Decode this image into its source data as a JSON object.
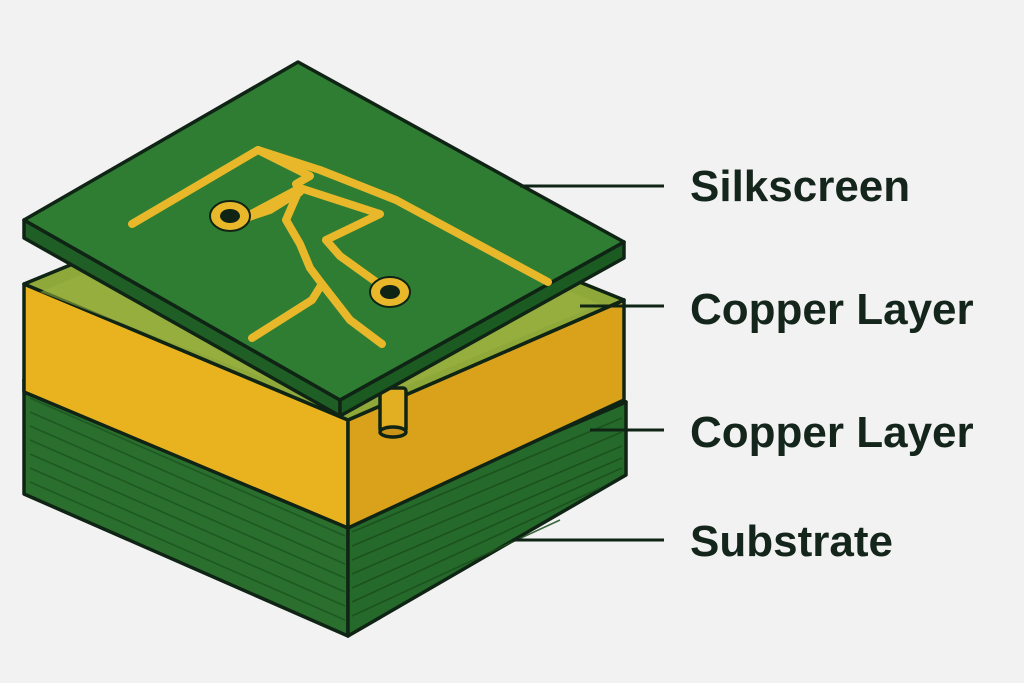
{
  "labels": {
    "silkscreen": "Silkscreen",
    "copper_top": "Copper Layer",
    "copper_bottom": "Copper Layer",
    "substrate": "Substrate"
  },
  "colors": {
    "background": "#f2f2f2",
    "board_green": "#2e7d32",
    "board_green_dark": "#1f5f25",
    "copper_yellow": "#e9b320",
    "copper_top_face": "#8fa83a",
    "substrate_green": "#2f7a34",
    "trace_yellow": "#e8b82a",
    "outline": "#0f2414",
    "label_text": "#14261c"
  },
  "icons": [
    "circuit-trace-icon",
    "via-pad-icon",
    "via-pin-icon"
  ]
}
